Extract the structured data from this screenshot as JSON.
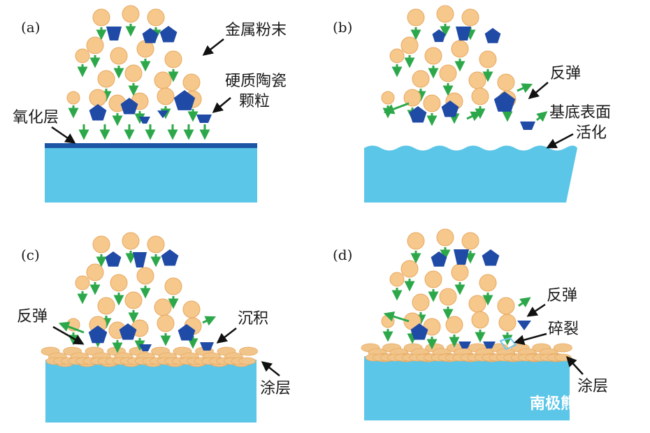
{
  "colors": {
    "background": "#ffffff",
    "substrate": "#5bc6e8",
    "oxide_layer": "#1d55a6",
    "metal_particle": "#f6c88c",
    "metal_particle_edge": "#e8a860",
    "ceramic_particle": "#1f4aa6",
    "arrow_green": "#2ca84a",
    "pointer": "#111111",
    "coating_particle": "#f1c58a",
    "crack": "#6ec7f0"
  },
  "panels": [
    {
      "tag": "(a)",
      "labels": {
        "metal_powder": "金属粉末",
        "hard_ceramic_line1": "硬质陶瓷",
        "hard_ceramic_line2": "颗粒",
        "oxide_layer": "氧化层"
      }
    },
    {
      "tag": "(b)",
      "labels": {
        "rebound": "反弹",
        "activation_line1": "基底表面",
        "activation_line2": "活化"
      }
    },
    {
      "tag": "(c)",
      "labels": {
        "rebound": "反弹",
        "deposition": "沉积",
        "coating": "涂层"
      }
    },
    {
      "tag": "(d)",
      "labels": {
        "rebound": "反弹",
        "fracture": "碎裂",
        "coating": "涂层"
      }
    }
  ],
  "watermark": "南极熊"
}
